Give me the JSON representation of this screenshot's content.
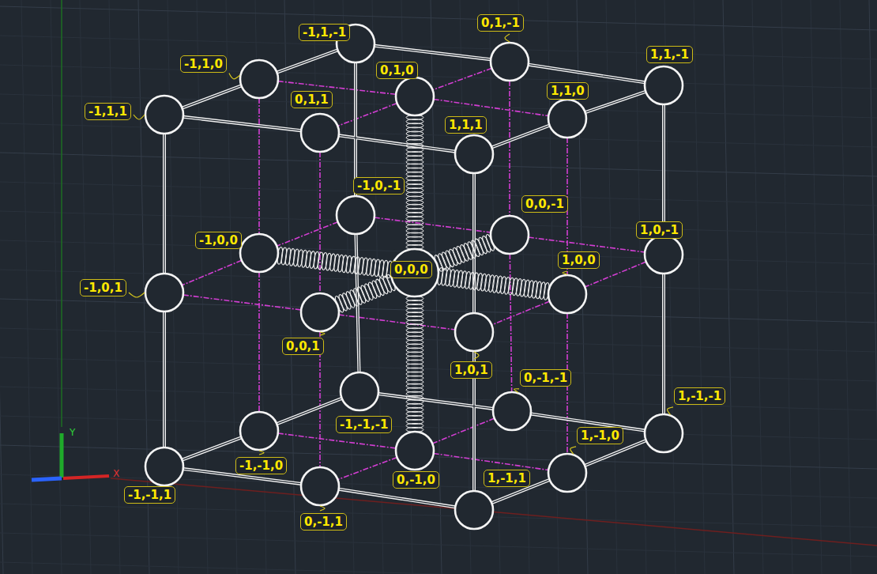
{
  "diagram": {
    "nodes": [
      {
        "text": [
          "-1,1,-1"
        ]
      },
      {
        "text": [
          "0,1,-1"
        ]
      },
      {
        "text": [
          "1,1,-1"
        ]
      },
      {
        "text": [
          "-1,1,0"
        ]
      },
      {
        "text": [
          "0,1,0"
        ]
      },
      {
        "text": [
          "1,1,0"
        ]
      },
      {
        "text": [
          "-1,1,1"
        ]
      },
      {
        "text": [
          "0,1,1"
        ]
      },
      {
        "text": [
          "1,1,1"
        ]
      },
      {
        "text": [
          "-1,0,-1"
        ]
      },
      {
        "text": [
          "0,0,-1"
        ]
      },
      {
        "text": [
          "1,0,-1"
        ]
      },
      {
        "text": [
          "-1,0,0"
        ]
      },
      {
        "text": [
          "0,0,0"
        ]
      },
      {
        "text": [
          "1,0,0"
        ]
      },
      {
        "text": [
          "-1,0,1"
        ]
      },
      {
        "text": [
          "0,0,1"
        ]
      },
      {
        "text": [
          "1,0,1"
        ]
      },
      {
        "text": [
          "0,-1,-1"
        ]
      },
      {
        "text": [
          "1,-1,-1"
        ]
      },
      {
        "text": [
          "-1,-1,-1"
        ]
      },
      {
        "text": [
          "1,-1,0"
        ]
      },
      {
        "text": [
          "-1,-1,0"
        ]
      },
      {
        "text": [
          "-1,-1,1"
        ]
      },
      {
        "text": [
          "0,-1,0"
        ]
      },
      {
        "text": [
          "1,-1,1"
        ]
      },
      {
        "text": [
          "0,-1,1"
        ]
      }
    ],
    "labels": [
      "Y",
      "X"
    ]
  }
}
